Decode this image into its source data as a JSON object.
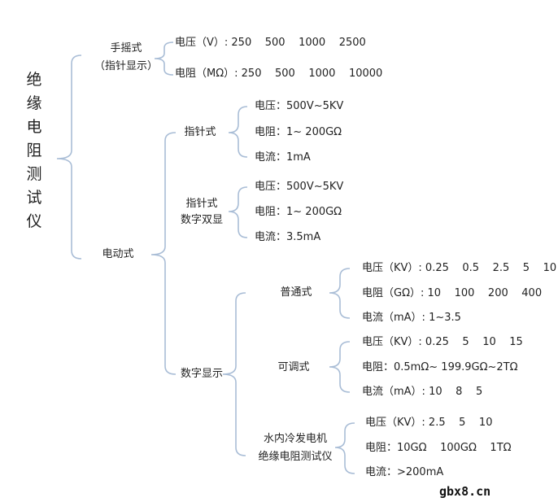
{
  "root": "绝缘电阻测试仪",
  "bracket_color": "#a9bdd6",
  "hand": {
    "label_1": "手摇式",
    "label_2": "（指针显示）",
    "items": [
      "电压（V）: 250    500    1000    2500",
      "电阻（MΩ）: 250    500    1000    10000"
    ]
  },
  "electric": {
    "label": "电动式",
    "pointer": {
      "label": "指针式",
      "items": [
        "电压：500V~5KV",
        "电阻：1~ 200GΩ",
        "电流：1mA"
      ]
    },
    "dual": {
      "label_1": "指针式",
      "label_2": "数字双显",
      "items": [
        "电压：500V~5KV",
        "电阻：1~ 200GΩ",
        "电流：3.5mA"
      ]
    },
    "digital": {
      "label": "数字显示",
      "normal": {
        "label": "普通式",
        "items": [
          "电压（KV）: 0.25    0.5    2.5    5    10",
          "电阻（GΩ）: 10    100    200    400",
          "电流（mA）: 1~3.5"
        ]
      },
      "adjustable": {
        "label": "可调式",
        "items": [
          "电压（KV）: 0.25    5    10    15",
          "电阻：0.5mΩ~ 199.9GΩ~2TΩ",
          "电流（mA）: 10    8    5"
        ]
      },
      "water": {
        "label_1": "水内冷发电机",
        "label_2": "绝缘电阻测试仪",
        "items": [
          "电压（KV）: 2.5    5    10",
          "电阻：10GΩ    100GΩ    1TΩ",
          "电流：>200mA"
        ]
      }
    }
  },
  "watermark": "gbx8.cn"
}
